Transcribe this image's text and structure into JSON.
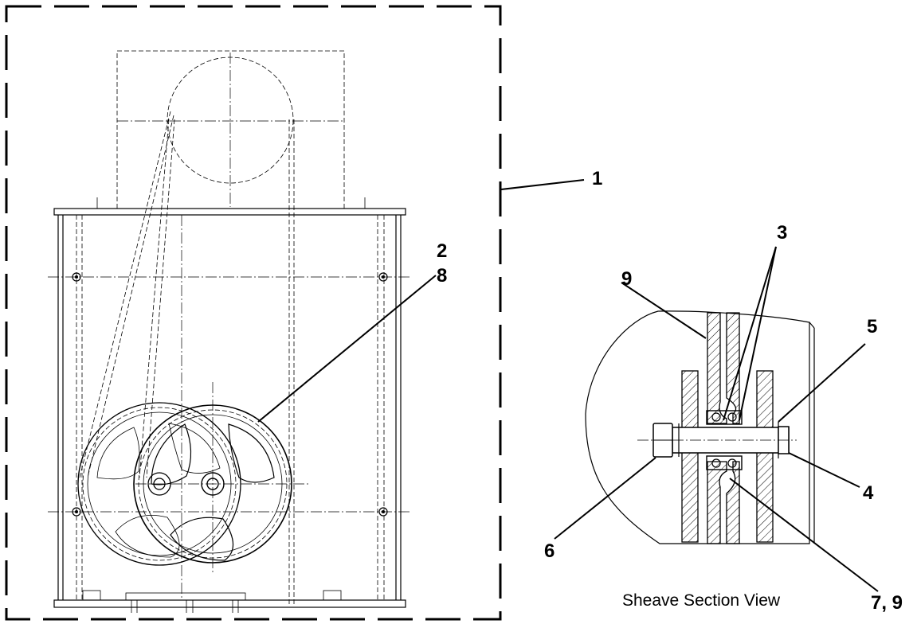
{
  "callouts": {
    "c1": "1",
    "c2": "2",
    "c8": "8",
    "c3": "3",
    "c9_top": "9",
    "c5": "5",
    "c4": "4",
    "c6": "6",
    "c7_9": "7, 9"
  },
  "caption": "Sheave Section View"
}
